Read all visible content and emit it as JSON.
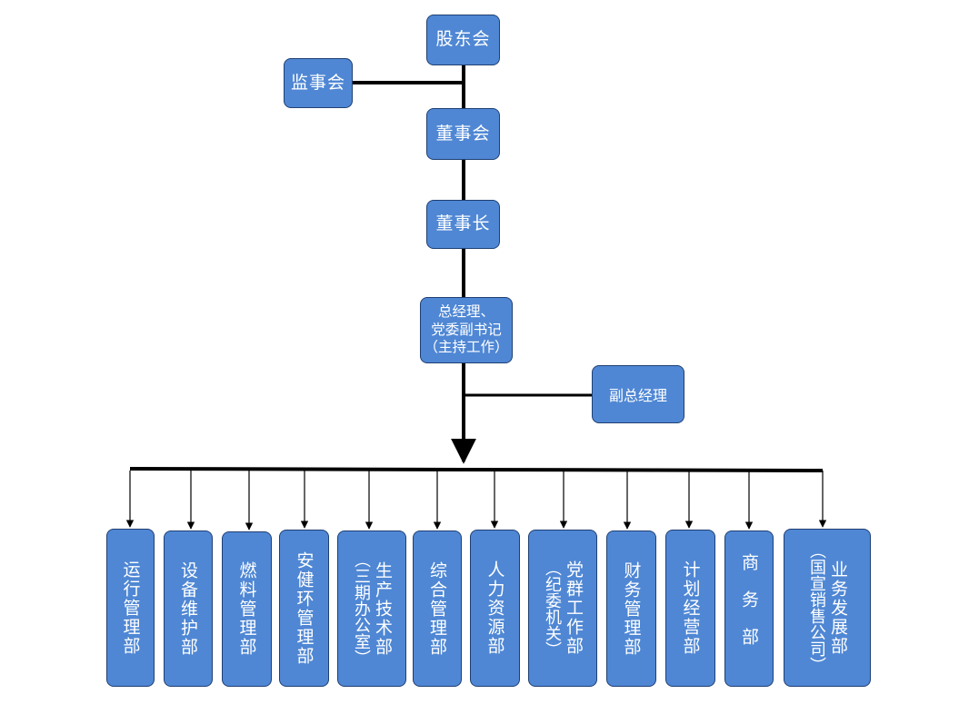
{
  "nodes": {
    "shareholders": "股东会",
    "supervisors": "监事会",
    "board": "董事会",
    "chairman": "董事长",
    "general_manager": {
      "line1": "总经理、",
      "line2": "党委副书记",
      "line3": "（主持工作）"
    },
    "deputy_gm": "副总经理"
  },
  "departments": [
    {
      "main": "运行管理部"
    },
    {
      "main": "设备维护部"
    },
    {
      "main": "燃料管理部"
    },
    {
      "main": "安健环管理部"
    },
    {
      "main": "生产技术部",
      "sub": "（三期办公室）"
    },
    {
      "main": "综合管理部"
    },
    {
      "main": "人力资源部"
    },
    {
      "main": "党群工作部",
      "sub": "（纪委机关）"
    },
    {
      "main": "财务管理部"
    },
    {
      "main": "计划经营部"
    },
    {
      "main": "商务部"
    },
    {
      "main": "业务发展部",
      "sub": "（国宣销售公司）"
    }
  ],
  "colors": {
    "box_fill": "#4f87d4",
    "box_border": "#1f3f73",
    "line": "#000000",
    "text": "#ffffff"
  }
}
